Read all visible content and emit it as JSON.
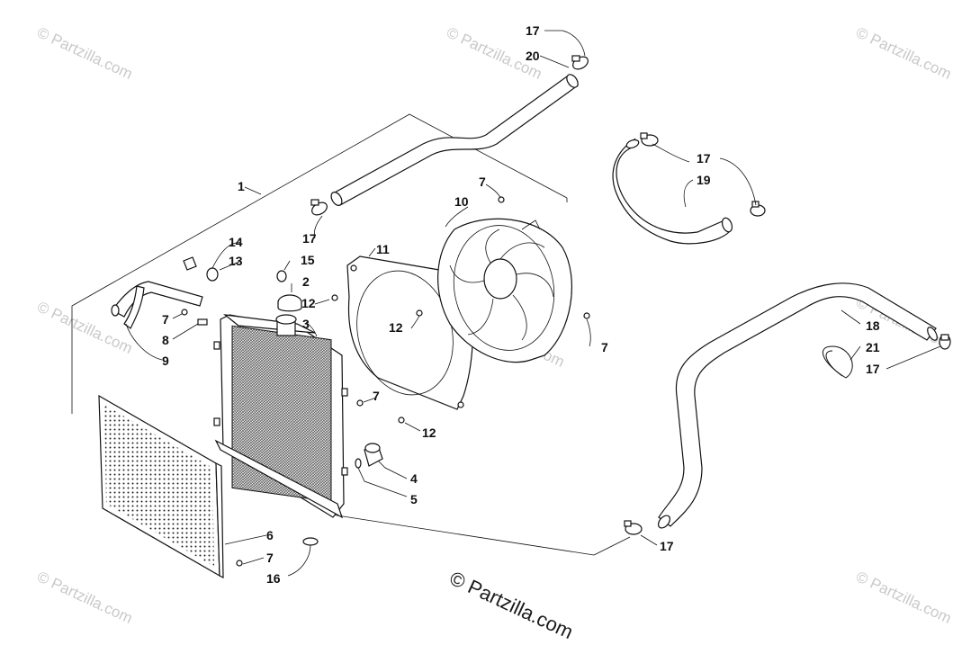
{
  "watermarks": {
    "small": "© Partzilla.com",
    "main": "© Partzilla.com"
  },
  "callouts": {
    "c1": "1",
    "c2": "2",
    "c3": "3",
    "c4": "4",
    "c5": "5",
    "c6": "6",
    "c7a": "7",
    "c7b": "7",
    "c7c": "7",
    "c7d": "7",
    "c7e": "7",
    "c8": "8",
    "c9": "9",
    "c10": "10",
    "c11": "11",
    "c12a": "12",
    "c12b": "12",
    "c12c": "12",
    "c13": "13",
    "c14": "14",
    "c15": "15",
    "c16": "16",
    "c17a": "17",
    "c17b": "17",
    "c17c": "17",
    "c17d": "17",
    "c17e": "17",
    "c18": "18",
    "c19": "19",
    "c20": "20",
    "c21": "21"
  }
}
